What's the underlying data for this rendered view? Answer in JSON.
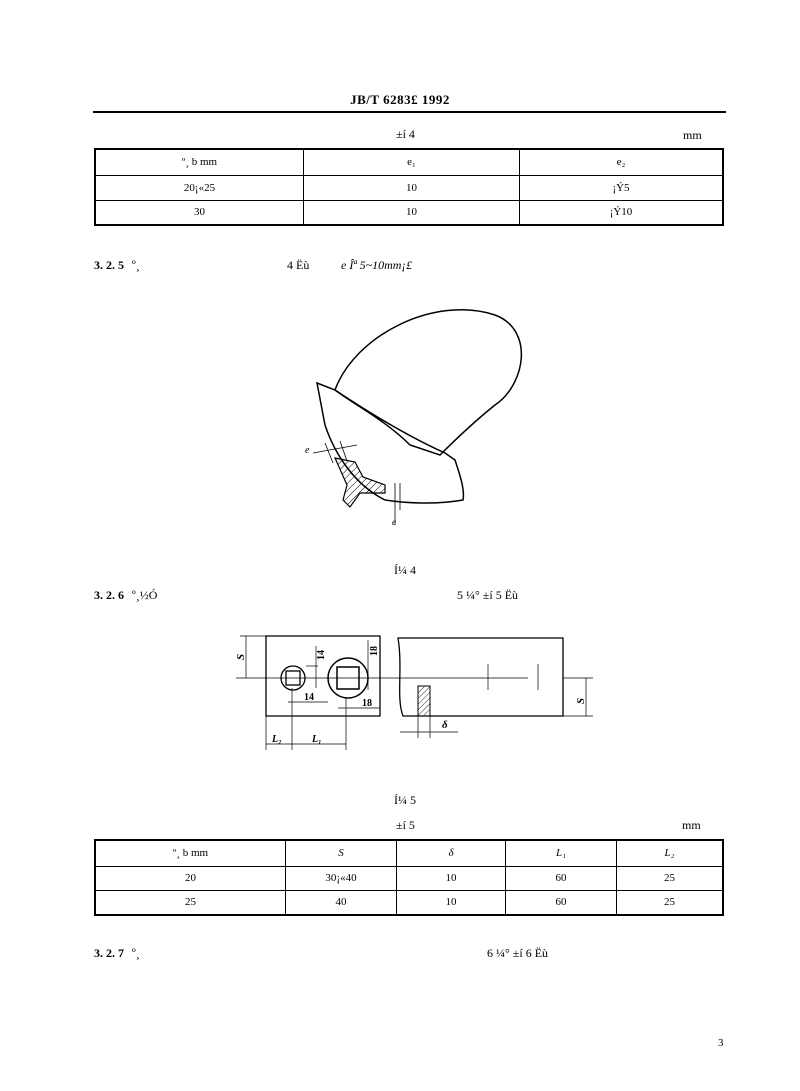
{
  "header": {
    "title": "JB/T 6283£ 1992"
  },
  "table4": {
    "caption": "±í 4",
    "unit": "mm",
    "headers": [
      "º¸ b mm",
      "e₁",
      "e₂"
    ],
    "rows": [
      [
        "20¡«25",
        "10",
        "¡Ý5"
      ],
      [
        "30",
        "10",
        "¡Ý10"
      ]
    ]
  },
  "clause_325": {
    "number": "3. 2. 5",
    "text_a": "º¸",
    "text_b": "4 Ëù",
    "text_c": "e Îª 5~10mm¡£"
  },
  "figure4": {
    "caption": "Í¼ 4",
    "labels": {
      "e": "e",
      "e_lower": "e"
    }
  },
  "clause_326": {
    "number": "3. 2. 6",
    "text_a": "º¸½Ó",
    "text_b": "5 ¼° ±í 5 Ëù"
  },
  "figure5": {
    "caption": "Í¼ 5",
    "labels": {
      "S_left": "S",
      "d14_v": "14",
      "d18_v": "18",
      "d14_h": "14",
      "d18_h": "18",
      "L2": "L₂",
      "L1": "L₁",
      "delta": "δ",
      "S_right": "S"
    }
  },
  "table5": {
    "caption": "±í 5",
    "unit": "mm",
    "headers": [
      "º¸ b mm",
      "S",
      "δ",
      "L₁",
      "L₂"
    ],
    "rows": [
      [
        "20",
        "30¡«40",
        "10",
        "60",
        "25"
      ],
      [
        "25",
        "40",
        "10",
        "60",
        "25"
      ]
    ]
  },
  "clause_327": {
    "number": "3. 2. 7",
    "text_a": "º¸",
    "text_b": "6 ¼° ±í 6 Ëù"
  },
  "page_number": "3"
}
